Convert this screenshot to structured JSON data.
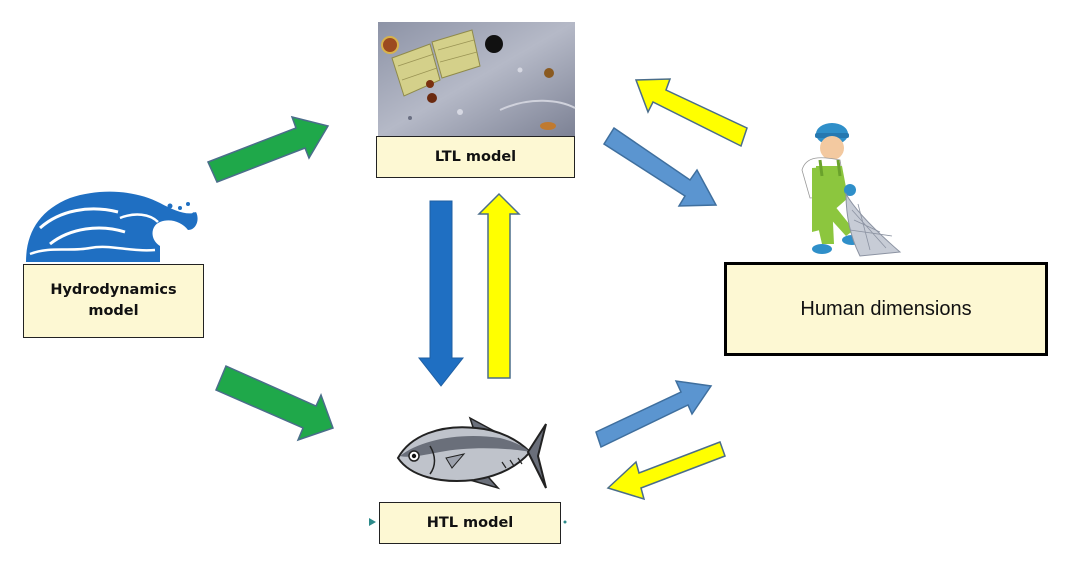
{
  "nodes": {
    "hydro": {
      "label_line1": "Hydrodynamics",
      "label_line2": "model"
    },
    "ltl": {
      "label": "LTL model"
    },
    "htl": {
      "label": "HTL model"
    },
    "human": {
      "label": "Human dimensions"
    }
  },
  "colors": {
    "green_arrow": "#1fa84a",
    "blue_arrow_light": "#5b95d0",
    "blue_arrow_dark": "#1f6fc2",
    "yellow_arrow": "#ffff00",
    "box_fill": "#fdf8d3",
    "wave": "#1f6fc2"
  },
  "icons": [
    "wave-icon",
    "plankton-photo",
    "fisherman-icon",
    "tuna-fish-icon"
  ]
}
